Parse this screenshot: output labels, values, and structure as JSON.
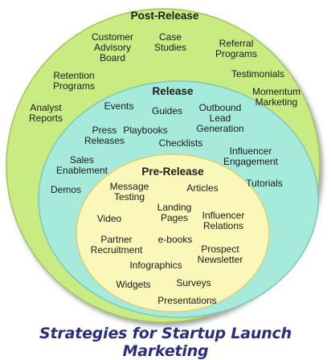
{
  "rings": [
    {
      "key": "post",
      "title": "Post-Release",
      "fill": "#c9ec82",
      "stroke": "#a7c25a",
      "items": [
        "Customer\nAdvisory\nBoard",
        "Case\nStudies",
        "Referral\nPrograms",
        "Retention\nPrograms",
        "Testimonials",
        "Momentum\nMarketing",
        "Analyst\nReports"
      ]
    },
    {
      "key": "release",
      "title": "Release",
      "fill": "#a6eadb",
      "stroke": "#7cc7b8",
      "items": [
        "Events",
        "Guides",
        "Outbound\nLead\nGeneration",
        "Press\nReleases",
        "Playbooks",
        "Checklists",
        "Influencer\nEngagement",
        "Sales\nEnablement",
        "Demos",
        "Tutorials"
      ]
    },
    {
      "key": "pre",
      "title": "Pre-Release",
      "fill": "#fbf7b8",
      "stroke": "#d8cf7a",
      "items": [
        "Message\nTesting",
        "Articles",
        "Landing\nPages",
        "Video",
        "Influencer\nRelations",
        "Partner\nRecruitment",
        "e-books",
        "Prospect\nNewsletter",
        "Infographics",
        "Widgets",
        "Surveys",
        "Presentations"
      ]
    }
  ],
  "caption": "Strategies for Startup Launch Marketing",
  "colors": {
    "caption": "#2b2f7a",
    "shadow": "#6c6c6c"
  }
}
